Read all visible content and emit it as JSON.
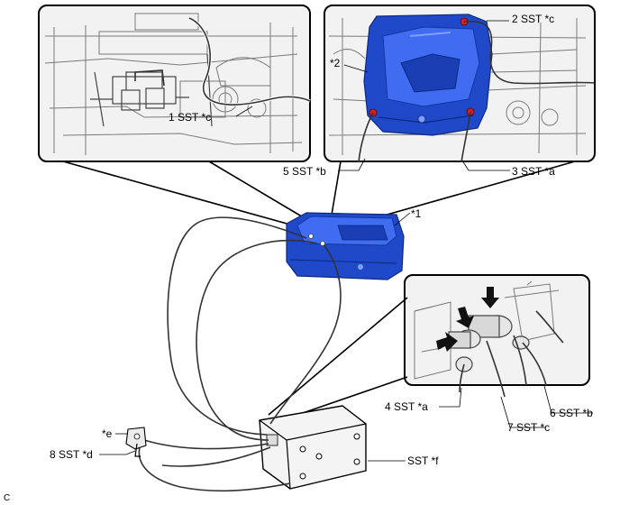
{
  "labels": {
    "sst1c": "1 SST *c",
    "sst2c": "2 SST *c",
    "star2": "*2",
    "sst5b": "5 SST *b",
    "sst3a": "3 SST *a",
    "star1": "*1",
    "sst4a": "4 SST *a",
    "sst6b": "6 SST *b",
    "sst7c": "7 SST *c",
    "stare": "*e",
    "sst8d": "8 SST *d",
    "sstf": "SST *f",
    "corner": "C"
  },
  "colors": {
    "component_blue": "#1f49c9",
    "component_blue_light": "#3f6cf0",
    "marker_red": "#cc2222",
    "arrow_black": "#111111"
  }
}
